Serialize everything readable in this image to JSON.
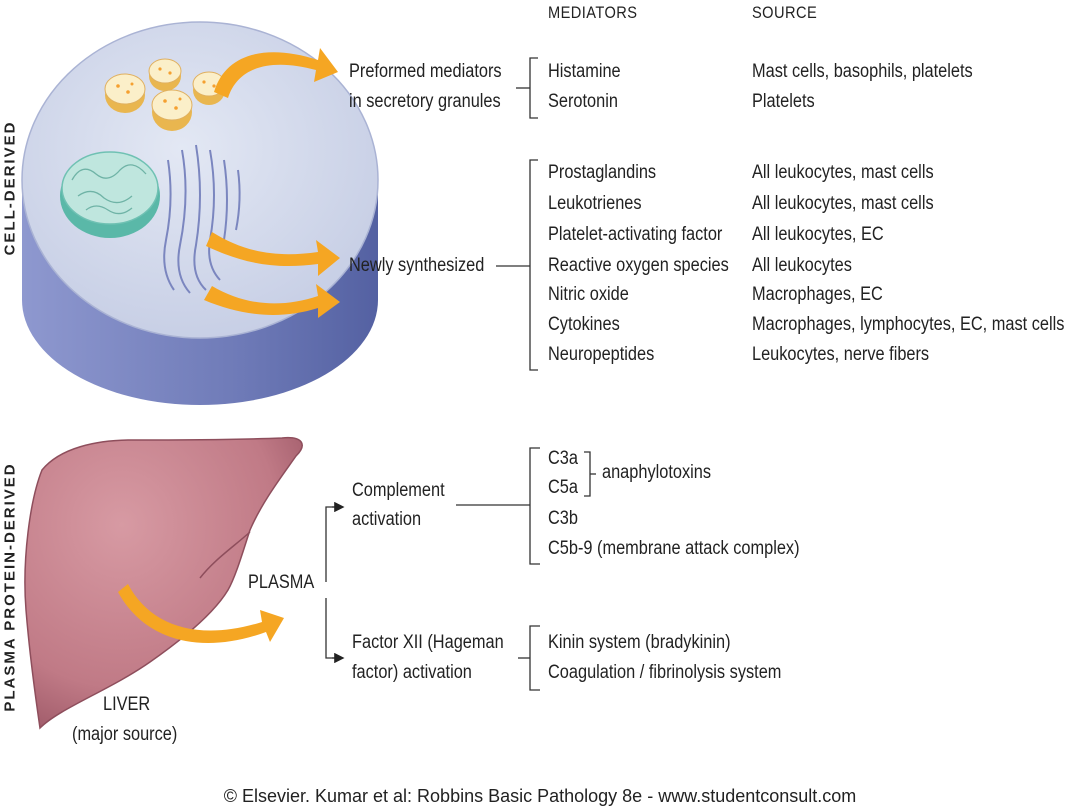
{
  "headers": {
    "mediators": "MEDIATORS",
    "source": "SOURCE"
  },
  "section_labels": {
    "cell_derived": "CELL-DERIVED",
    "plasma_derived": "PLASMA PROTEIN-DERIVED"
  },
  "cell_groups": {
    "preformed_line1": "Preformed mediators",
    "preformed_line2": "in secretory granules",
    "newly": "Newly synthesized"
  },
  "preformed_rows": [
    {
      "mediator": "Histamine",
      "source": "Mast cells, basophils, platelets"
    },
    {
      "mediator": "Serotonin",
      "source": "Platelets"
    }
  ],
  "newly_rows": [
    {
      "mediator": "Prostaglandins",
      "source": "All leukocytes, mast cells"
    },
    {
      "mediator": "Leukotrienes",
      "source": "All leukocytes, mast cells"
    },
    {
      "mediator": "Platelet-activating factor",
      "source": "All leukocytes, EC"
    },
    {
      "mediator": "Reactive oxygen species",
      "source": "All leukocytes"
    },
    {
      "mediator": "Nitric oxide",
      "source": "Macrophages, EC"
    },
    {
      "mediator": "Cytokines",
      "source": "Macrophages, lymphocytes, EC, mast cells"
    },
    {
      "mediator": "Neuropeptides",
      "source": "Leukocytes, nerve fibers"
    }
  ],
  "plasma": {
    "label": "PLASMA",
    "liver_line1": "LIVER",
    "liver_line2": "(major source)",
    "complement_line1": "Complement",
    "complement_line2": "activation",
    "complement_items": [
      "C3a",
      "C5a",
      "C3b",
      "C5b-9 (membrane attack complex)"
    ],
    "anaphylotoxins": "anaphylotoxins",
    "factor_line1": "Factor XII (Hageman",
    "factor_line2": "factor) activation",
    "factor_items": [
      "Kinin system (bradykinin)",
      "Coagulation / fibrinolysis system"
    ]
  },
  "footer": "© Elsevier. Kumar et al: Robbins Basic Pathology 8e - www.studentconsult.com",
  "colors": {
    "cell_top": "#cfd6ea",
    "cell_side": "#6f7bb8",
    "nucleus": "#bfe6de",
    "nucleus_rim": "#5ab8a8",
    "granule": "#fbefc9",
    "granule_dot": "#f5a030",
    "arrow": "#f5a623",
    "liver": "#c98792",
    "liver_dark": "#9c5766"
  }
}
